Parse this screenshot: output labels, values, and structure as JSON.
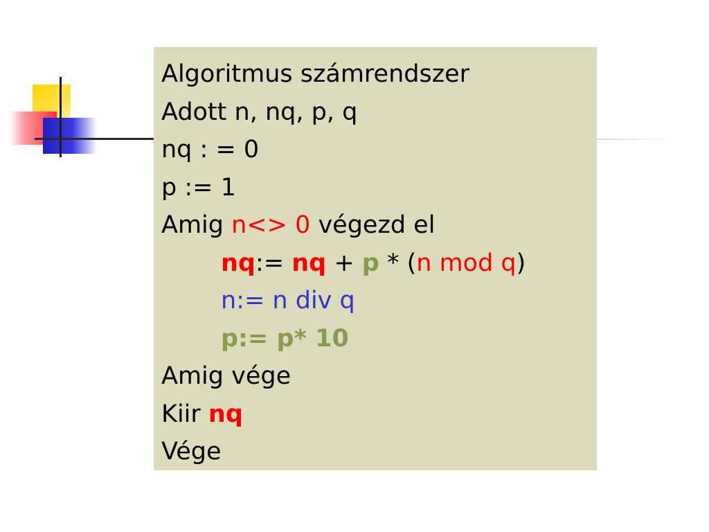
{
  "colors": {
    "box_background": "#dcdcbc",
    "red": "#ff0000",
    "blue": "#3333cc",
    "olive": "#8a9a4e",
    "text": "#000000"
  },
  "code": {
    "line1": "Algoritmus számrendszer",
    "line2": "Adott n, nq, p, q",
    "line3": "nq : = 0",
    "line4": "p := 1",
    "line5": {
      "a": "Amig ",
      "b": "n<> 0",
      "c": " végezd el"
    },
    "line6": {
      "a": "nq",
      "b": ":= ",
      "c": "nq",
      "d": " + ",
      "e": "p",
      "f": " * (",
      "g": "n mod q",
      "h": ")"
    },
    "line7": "n:= n div q",
    "line8": "p:= p* 10",
    "line9": "Amig vége",
    "line10": {
      "a": "Kiir ",
      "b": "nq"
    },
    "line11": "Vége"
  }
}
